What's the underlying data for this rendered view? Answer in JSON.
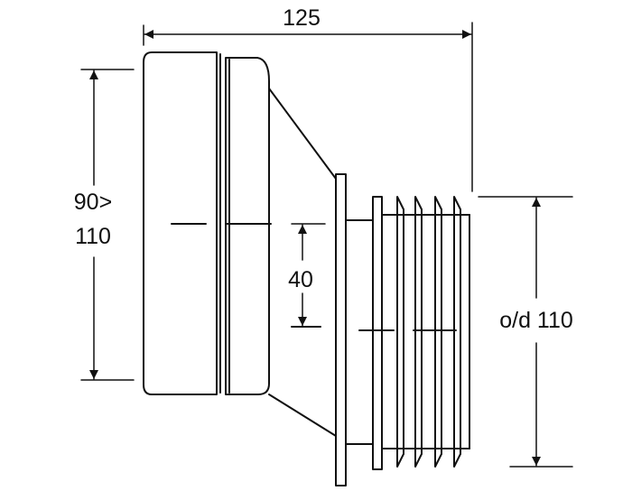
{
  "drawing": {
    "dim_overall_length": "125",
    "dim_inlet_line1": "90>",
    "dim_inlet_line2": "110",
    "dim_offset": "40",
    "dim_outlet": "o/d 110",
    "colors": {
      "line": "#111111",
      "background": "#ffffff"
    }
  }
}
